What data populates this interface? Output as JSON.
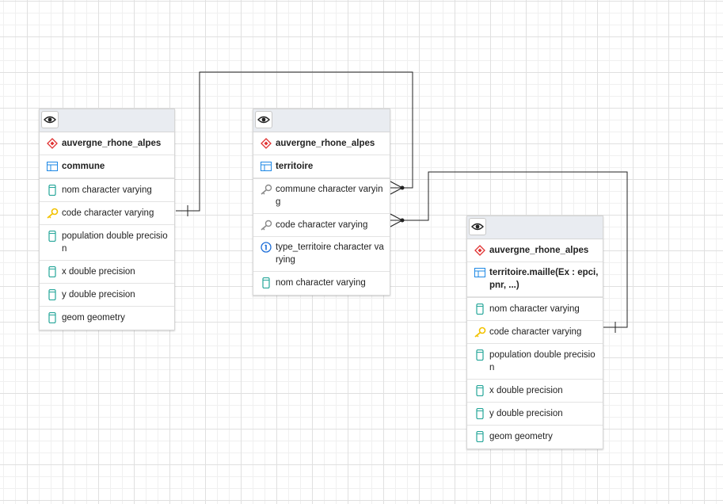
{
  "tables": [
    {
      "id": "commune",
      "schema": "auvergne_rhone_alpes",
      "name": "commune",
      "columns": [
        {
          "label": "nom character varying",
          "icon": "column-icon"
        },
        {
          "label": "code character varying",
          "icon": "primary-key-icon"
        },
        {
          "label": "population double precision",
          "icon": "column-icon"
        },
        {
          "label": "x double precision",
          "icon": "column-icon"
        },
        {
          "label": "y double precision",
          "icon": "column-icon"
        },
        {
          "label": "geom geometry",
          "icon": "column-icon"
        }
      ]
    },
    {
      "id": "territoire",
      "schema": "auvergne_rhone_alpes",
      "name": "territoire",
      "columns": [
        {
          "label": "commune character varying",
          "icon": "foreign-key-icon"
        },
        {
          "label": "code character varying",
          "icon": "foreign-key-icon"
        },
        {
          "label": "type_territoire character varying",
          "icon": "unique-icon"
        },
        {
          "label": "nom character varying",
          "icon": "column-icon"
        }
      ]
    },
    {
      "id": "maille",
      "schema": "auvergne_rhone_alpes",
      "name": "territoire.maille(Ex : epci, pnr, ...)",
      "columns": [
        {
          "label": "nom character varying",
          "icon": "column-icon"
        },
        {
          "label": "code character varying",
          "icon": "primary-key-icon"
        },
        {
          "label": "population double precision",
          "icon": "column-icon"
        },
        {
          "label": "x double precision",
          "icon": "column-icon"
        },
        {
          "label": "y double precision",
          "icon": "column-icon"
        },
        {
          "label": "geom geometry",
          "icon": "column-icon"
        }
      ]
    }
  ],
  "colors": {
    "schema_icon": "#e03131",
    "table_icon": "#1e88e5",
    "column_icon": "#26a69a",
    "primary_key": "#f2c200",
    "foreign_key": "#8a8a8a",
    "unique": "#1e6fd9",
    "link": "#222222"
  },
  "relationships": [
    {
      "from": "territoire.commune",
      "to": "commune.code"
    },
    {
      "from": "territoire.code",
      "to": "maille.code"
    }
  ]
}
